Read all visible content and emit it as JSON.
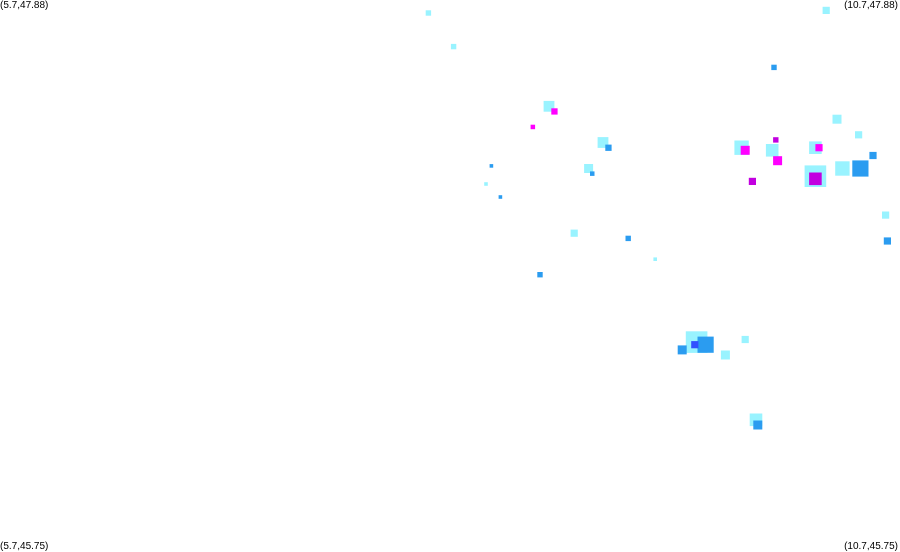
{
  "corners": {
    "top_left": "(5.7,47.88)",
    "top_right": "(10.7,47.88)",
    "bottom_left": "(5.7,45.75)",
    "bottom_right": "(10.7,45.75)"
  },
  "bounds": {
    "lon_min": 5.7,
    "lon_max": 10.7,
    "lat_min": 45.75,
    "lat_max": 47.88
  },
  "intensity_colors": {
    "light": "#99f3ff",
    "medium": "#2b9cf0",
    "strong": "#3351ff",
    "heavy": "#c200e0",
    "extreme": "#ff00ff"
  },
  "cells": [
    {
      "lon": 8.08,
      "lat": 47.83,
      "level": "light",
      "size": 0.03
    },
    {
      "lon": 8.22,
      "lat": 47.7,
      "level": "light",
      "size": 0.03
    },
    {
      "lon": 10.29,
      "lat": 47.84,
      "level": "light",
      "size": 0.04
    },
    {
      "lon": 10.0,
      "lat": 47.62,
      "level": "medium",
      "size": 0.03
    },
    {
      "lon": 8.75,
      "lat": 47.47,
      "level": "light",
      "size": 0.06
    },
    {
      "lon": 8.78,
      "lat": 47.45,
      "level": "extreme",
      "size": 0.035
    },
    {
      "lon": 8.66,
      "lat": 47.39,
      "level": "extreme",
      "size": 0.025
    },
    {
      "lon": 9.05,
      "lat": 47.33,
      "level": "light",
      "size": 0.06
    },
    {
      "lon": 9.08,
      "lat": 47.31,
      "level": "medium",
      "size": 0.035
    },
    {
      "lon": 8.97,
      "lat": 47.23,
      "level": "light",
      "size": 0.05
    },
    {
      "lon": 8.99,
      "lat": 47.21,
      "level": "medium",
      "size": 0.025
    },
    {
      "lon": 8.43,
      "lat": 47.24,
      "level": "medium",
      "size": 0.02
    },
    {
      "lon": 8.4,
      "lat": 47.17,
      "level": "light",
      "size": 0.02
    },
    {
      "lon": 8.48,
      "lat": 47.12,
      "level": "medium",
      "size": 0.02
    },
    {
      "lon": 8.89,
      "lat": 46.98,
      "level": "light",
      "size": 0.04
    },
    {
      "lon": 9.19,
      "lat": 46.96,
      "level": "medium",
      "size": 0.03
    },
    {
      "lon": 9.34,
      "lat": 46.88,
      "level": "light",
      "size": 0.02
    },
    {
      "lon": 8.7,
      "lat": 46.82,
      "level": "medium",
      "size": 0.03
    },
    {
      "lon": 9.82,
      "lat": 47.31,
      "level": "light",
      "size": 0.08
    },
    {
      "lon": 9.84,
      "lat": 47.3,
      "level": "extreme",
      "size": 0.05
    },
    {
      "lon": 9.99,
      "lat": 47.3,
      "level": "light",
      "size": 0.07
    },
    {
      "lon": 10.02,
      "lat": 47.26,
      "level": "extreme",
      "size": 0.05
    },
    {
      "lon": 10.01,
      "lat": 47.34,
      "level": "heavy",
      "size": 0.03
    },
    {
      "lon": 10.23,
      "lat": 47.31,
      "level": "light",
      "size": 0.07
    },
    {
      "lon": 10.25,
      "lat": 47.31,
      "level": "extreme",
      "size": 0.04
    },
    {
      "lon": 10.23,
      "lat": 47.2,
      "level": "light",
      "size": 0.12
    },
    {
      "lon": 10.23,
      "lat": 47.19,
      "level": "heavy",
      "size": 0.07
    },
    {
      "lon": 10.48,
      "lat": 47.23,
      "level": "medium",
      "size": 0.09
    },
    {
      "lon": 10.55,
      "lat": 47.28,
      "level": "medium",
      "size": 0.04
    },
    {
      "lon": 10.38,
      "lat": 47.23,
      "level": "light",
      "size": 0.08
    },
    {
      "lon": 9.88,
      "lat": 47.18,
      "level": "heavy",
      "size": 0.04
    },
    {
      "lon": 10.35,
      "lat": 47.42,
      "level": "light",
      "size": 0.05
    },
    {
      "lon": 10.47,
      "lat": 47.36,
      "level": "light",
      "size": 0.04
    },
    {
      "lon": 10.62,
      "lat": 47.05,
      "level": "light",
      "size": 0.04
    },
    {
      "lon": 10.63,
      "lat": 46.95,
      "level": "medium",
      "size": 0.04
    },
    {
      "lon": 9.57,
      "lat": 46.56,
      "level": "light",
      "size": 0.12
    },
    {
      "lon": 9.62,
      "lat": 46.55,
      "level": "medium",
      "size": 0.09
    },
    {
      "lon": 9.56,
      "lat": 46.55,
      "level": "strong",
      "size": 0.04
    },
    {
      "lon": 9.49,
      "lat": 46.53,
      "level": "medium",
      "size": 0.05
    },
    {
      "lon": 9.73,
      "lat": 46.51,
      "level": "light",
      "size": 0.05
    },
    {
      "lon": 9.84,
      "lat": 46.57,
      "level": "light",
      "size": 0.04
    },
    {
      "lon": 9.9,
      "lat": 46.26,
      "level": "light",
      "size": 0.07
    },
    {
      "lon": 9.91,
      "lat": 46.24,
      "level": "medium",
      "size": 0.05
    }
  ]
}
